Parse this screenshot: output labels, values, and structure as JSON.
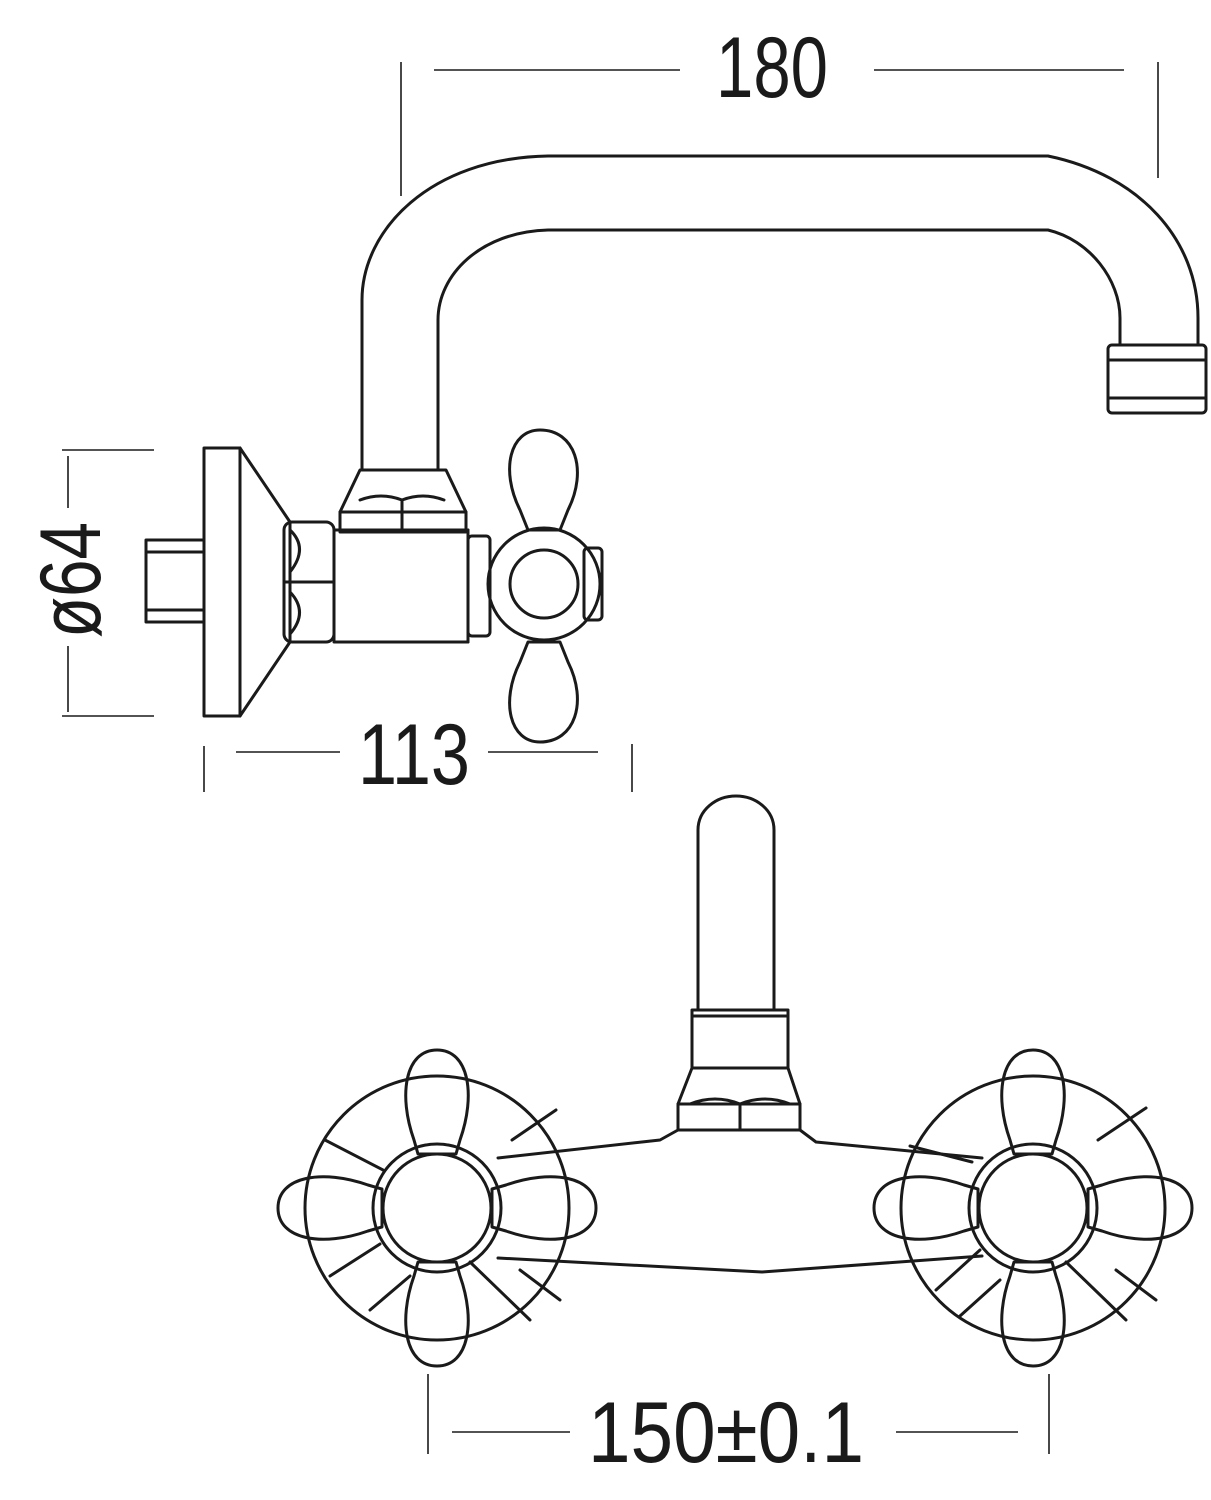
{
  "dimensions": {
    "spout_reach": "180",
    "rosette_diameter": "ø64",
    "projection": "113",
    "center_distance": "150±0.1"
  },
  "colors": {
    "line": "#1a1a1a",
    "background": "#ffffff"
  }
}
